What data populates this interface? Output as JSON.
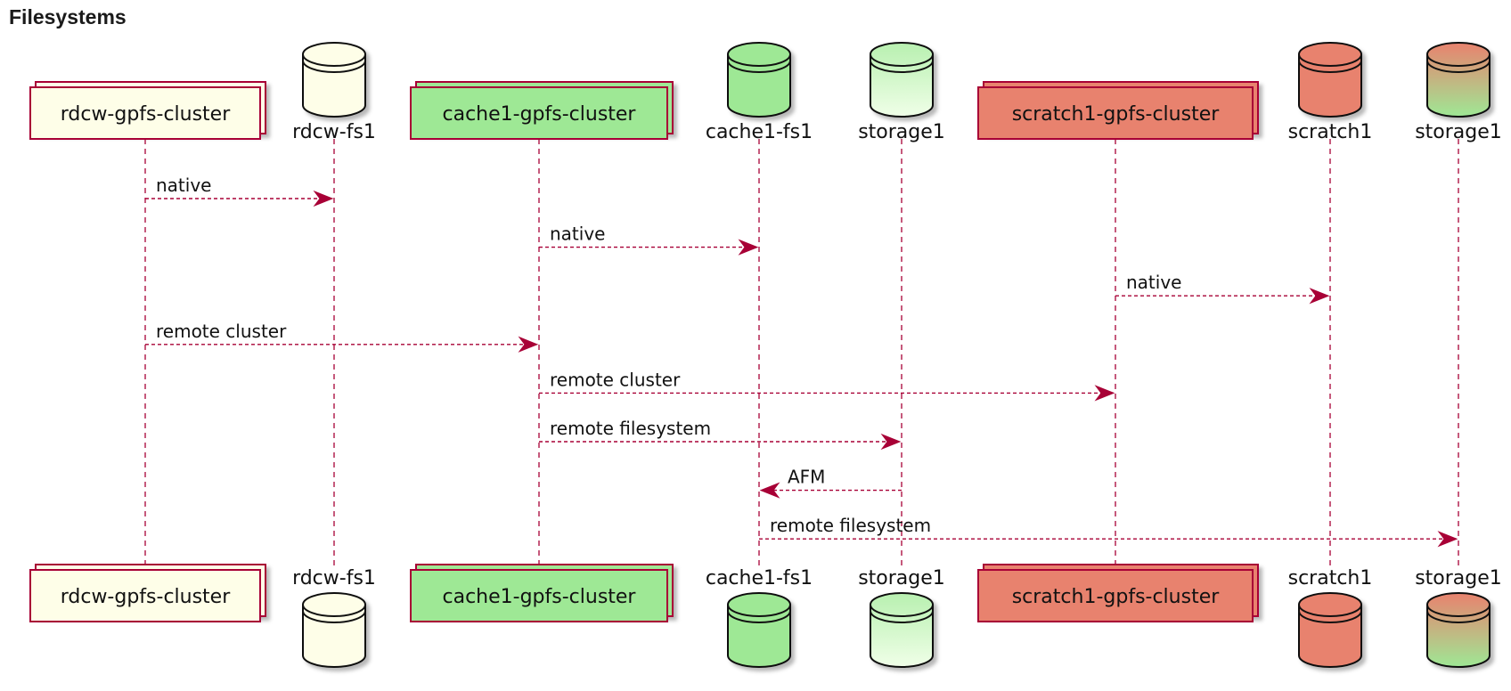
{
  "title": "Filesystems",
  "colors": {
    "arrow": "#A80036",
    "lifeline": "#A80036",
    "border": "#A80036",
    "ivory": "#FEFEE8",
    "green": "#9EE895",
    "salmon": "#E8826E",
    "storage_gradient_top": "#B8F0B0",
    "storage_gradient_bottom": "#F0FFE8",
    "mixed_gradient_top": "#E8826E",
    "mixed_gradient_bottom": "#9EE895"
  },
  "participants": [
    {
      "id": "rdcw_cluster",
      "label": "rdcw-gpfs-cluster",
      "shape": "collections",
      "fill": "ivory"
    },
    {
      "id": "rdcw_fs1",
      "label": "rdcw-fs1",
      "shape": "database",
      "fill": "ivory"
    },
    {
      "id": "cache1_cluster",
      "label": "cache1-gpfs-cluster",
      "shape": "collections",
      "fill": "green"
    },
    {
      "id": "cache1_fs1",
      "label": "cache1-fs1",
      "shape": "database",
      "fill": "green"
    },
    {
      "id": "storage1_a",
      "label": "storage1",
      "shape": "database",
      "fill": "storage_gradient"
    },
    {
      "id": "scratch1_cluster",
      "label": "scratch1-gpfs-cluster",
      "shape": "collections",
      "fill": "salmon"
    },
    {
      "id": "scratch1",
      "label": "scratch1",
      "shape": "database",
      "fill": "salmon"
    },
    {
      "id": "storage1_b",
      "label": "storage1",
      "shape": "database",
      "fill": "mixed_gradient"
    }
  ],
  "messages": [
    {
      "from": "rdcw_cluster",
      "to": "rdcw_fs1",
      "label": "native"
    },
    {
      "from": "cache1_cluster",
      "to": "cache1_fs1",
      "label": "native"
    },
    {
      "from": "scratch1_cluster",
      "to": "scratch1",
      "label": "native"
    },
    {
      "from": "rdcw_cluster",
      "to": "cache1_cluster",
      "label": "remote cluster"
    },
    {
      "from": "cache1_cluster",
      "to": "scratch1_cluster",
      "label": "remote cluster"
    },
    {
      "from": "cache1_cluster",
      "to": "storage1_a",
      "label": "remote filesystem"
    },
    {
      "from": "storage1_a",
      "to": "cache1_fs1",
      "label": "AFM"
    },
    {
      "from": "cache1_fs1",
      "to": "storage1_b",
      "label": "remote filesystem"
    }
  ]
}
